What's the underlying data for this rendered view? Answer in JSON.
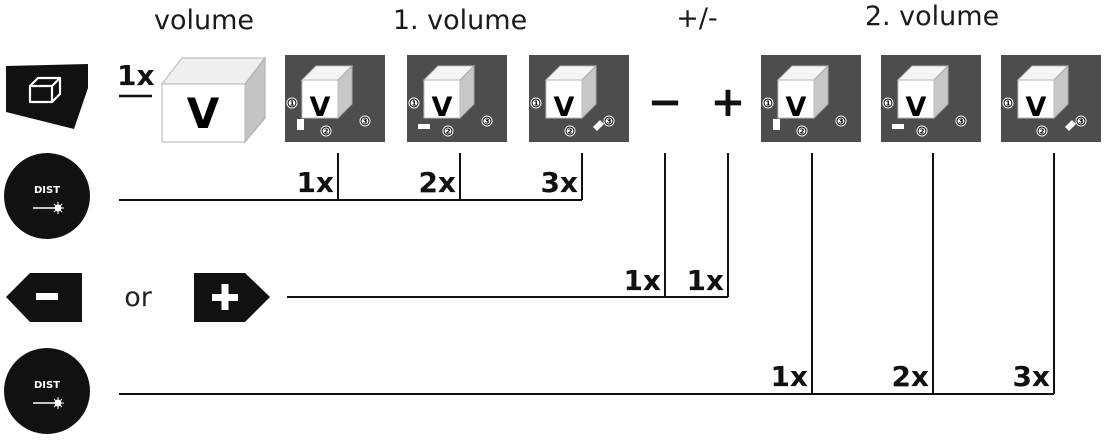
{
  "headers": {
    "volume": "volume",
    "first_volume": "1. volume",
    "plus_minus": "+/-",
    "second_volume": "2. volume"
  },
  "mode_press_count": "1x",
  "cube_letter": "V",
  "signs": {
    "minus": "−",
    "plus": "+"
  },
  "or_text": "or",
  "dist_label": "DIST",
  "step_numbers": [
    "1",
    "2",
    "3"
  ],
  "counts": {
    "first_volume": [
      "1x",
      "2x",
      "3x"
    ],
    "adjust": [
      "1x",
      "1x"
    ],
    "second_volume": [
      "1x",
      "2x",
      "3x"
    ]
  },
  "icons": {
    "mode": "volume-mode-icon",
    "dist": "dist-button-icon",
    "minus": "minus-button-icon",
    "plus": "plus-button-icon"
  },
  "colors": {
    "panel": "#4d4d4d",
    "button": "#111111",
    "line": "#111111"
  }
}
